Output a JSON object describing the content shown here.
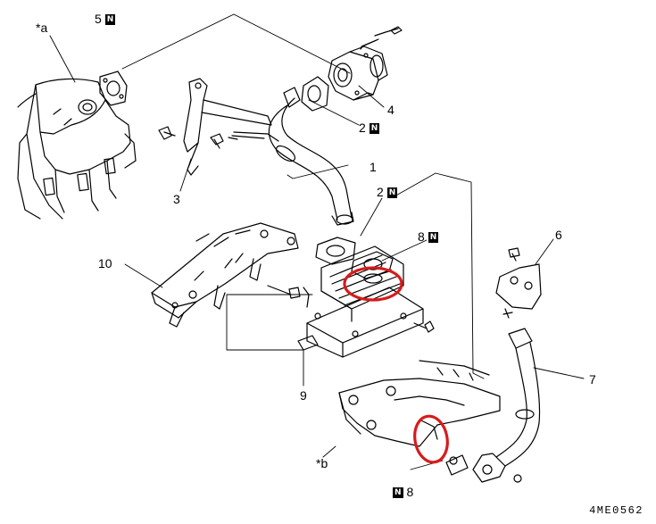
{
  "callouts": {
    "c1": {
      "number": "1"
    },
    "c2a": {
      "number": "2",
      "badge": "N"
    },
    "c2b": {
      "number": "2",
      "badge": "N"
    },
    "c3": {
      "number": "3"
    },
    "c4": {
      "number": "4"
    },
    "c5": {
      "number": "5",
      "badge": "N"
    },
    "c6": {
      "number": "6"
    },
    "c7": {
      "number": "7"
    },
    "c8a": {
      "number": "8",
      "badge": "N"
    },
    "c8b": {
      "number": "8",
      "badge": "N"
    },
    "c9": {
      "number": "9"
    },
    "c10": {
      "number": "10"
    },
    "ca": {
      "number": "*a"
    },
    "cb": {
      "number": "*b"
    }
  },
  "diagram_id": "4ME0562",
  "colors": {
    "line": "#000000",
    "highlight": "#d81b1b"
  }
}
